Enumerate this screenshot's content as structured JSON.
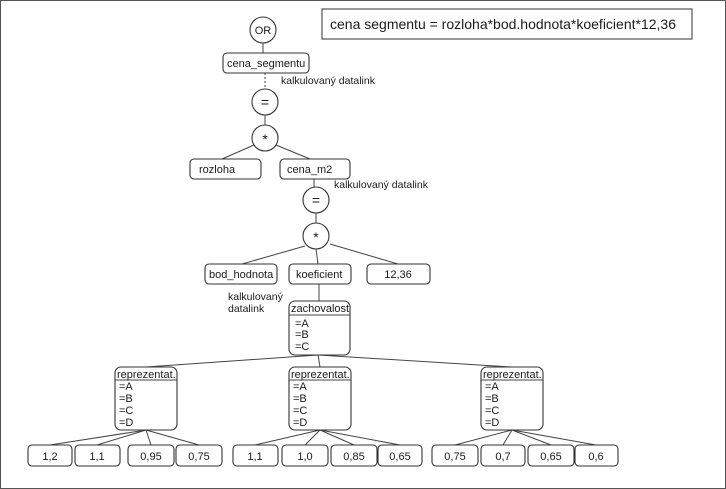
{
  "formula": "cena segmentu = rozloha*bod.hodnota*koeficient*12,36",
  "annotations": {
    "datalink_1": "kalkulovaný datalink",
    "datalink_2": "kalkulovaný datalink",
    "datalink_3_line1": "kalkulovaný",
    "datalink_3_line2": "datalink"
  },
  "nodes": {
    "or": "OR",
    "cena_segmentu": "cena_segmentu",
    "eq_1": "=",
    "mul_1": "*",
    "rozloha": "rozloha",
    "cena_m2": "cena_m2",
    "eq_2": "=",
    "mul_2": "*",
    "bod_hodnota": "bod_hodnota",
    "koeficient": "koeficient",
    "const_1236": "12,36",
    "zachovalost": {
      "title": "zachovalost",
      "options": [
        "=A",
        "=B",
        "=C"
      ]
    },
    "reprezentat": [
      {
        "title": "reprezentat.",
        "options": [
          "=A",
          "=B",
          "=C",
          "=D"
        ]
      },
      {
        "title": "reprezentat.",
        "options": [
          "=A",
          "=B",
          "=C",
          "=D"
        ]
      },
      {
        "title": "reprezentat.",
        "options": [
          "=A",
          "=B",
          "=C",
          "=D"
        ]
      }
    ],
    "leaves": [
      [
        "1,2",
        "1,1",
        "0,95",
        "0,75"
      ],
      [
        "1,1",
        "1,0",
        "0,85",
        "0,65"
      ],
      [
        "0,75",
        "0,7",
        "0,65",
        "0,6"
      ]
    ]
  }
}
